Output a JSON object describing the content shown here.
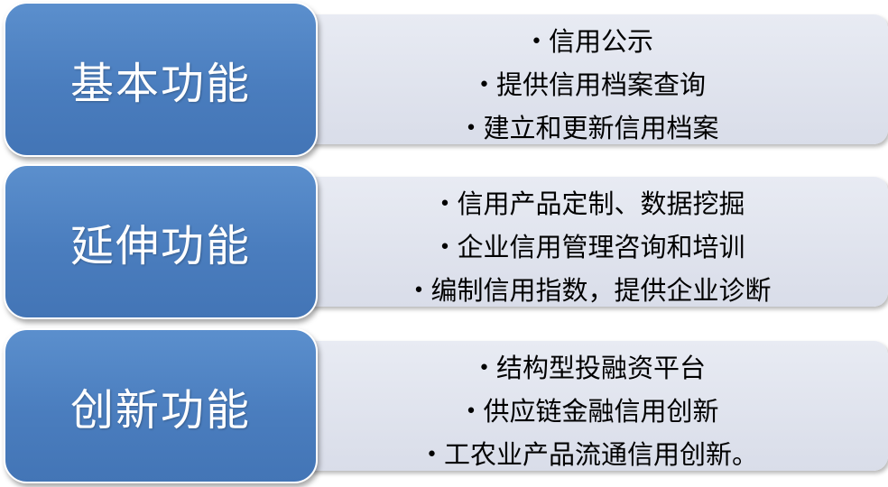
{
  "rows": [
    {
      "category": "基本功能",
      "items": [
        "信用公示",
        "提供信用档案查询",
        "建立和更新信用档案"
      ]
    },
    {
      "category": "延伸功能",
      "items": [
        "信用产品定制、数据挖掘",
        "企业信用管理咨询和培训",
        "编制信用指数，提供企业诊断"
      ]
    },
    {
      "category": "创新功能",
      "items": [
        "结构型投融资平台",
        "供应链金融信用创新",
        "工农业产品流通信用创新。"
      ]
    }
  ],
  "colors": {
    "category_box": "#4a7dbe",
    "detail_panel": "#dfe3ee",
    "category_text": "#ffffff",
    "detail_text": "#000000"
  }
}
